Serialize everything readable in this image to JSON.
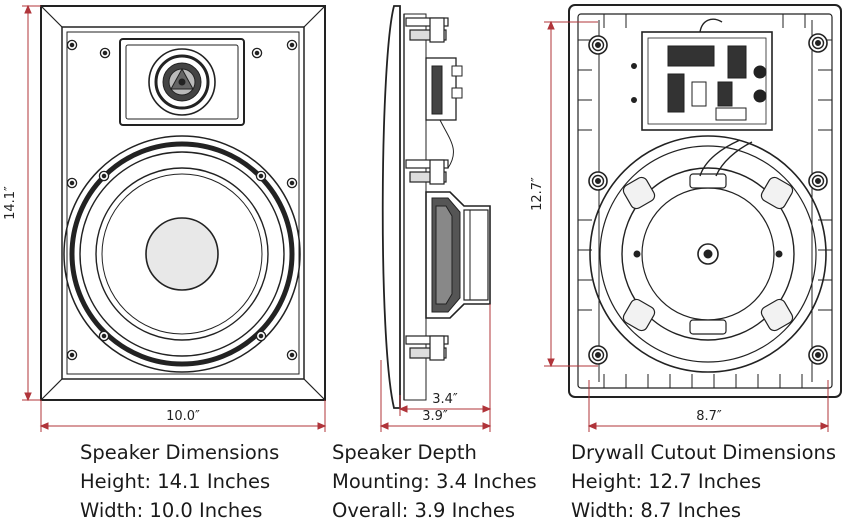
{
  "front": {
    "height_dim": "14.1″",
    "width_dim": "10.0″",
    "caption": {
      "title": "Speaker Dimensions",
      "line1": "Height: 14.1 Inches",
      "line2": "Width: 10.0 Inches"
    }
  },
  "side": {
    "mounting_dim": "3.4″",
    "overall_dim": "3.9″",
    "caption": {
      "title": "Speaker Depth",
      "line1": "Mounting: 3.4 Inches",
      "line2": "Overall: 3.9 Inches"
    }
  },
  "back": {
    "height_dim": "12.7″",
    "width_dim": "8.7″",
    "caption": {
      "title": "Drywall Cutout Dimensions",
      "line1": "Height: 12.7 Inches",
      "line2": "Width: 8.7 Inches"
    }
  },
  "colors": {
    "dimension_line": "#b0343a",
    "outline": "#222222"
  }
}
